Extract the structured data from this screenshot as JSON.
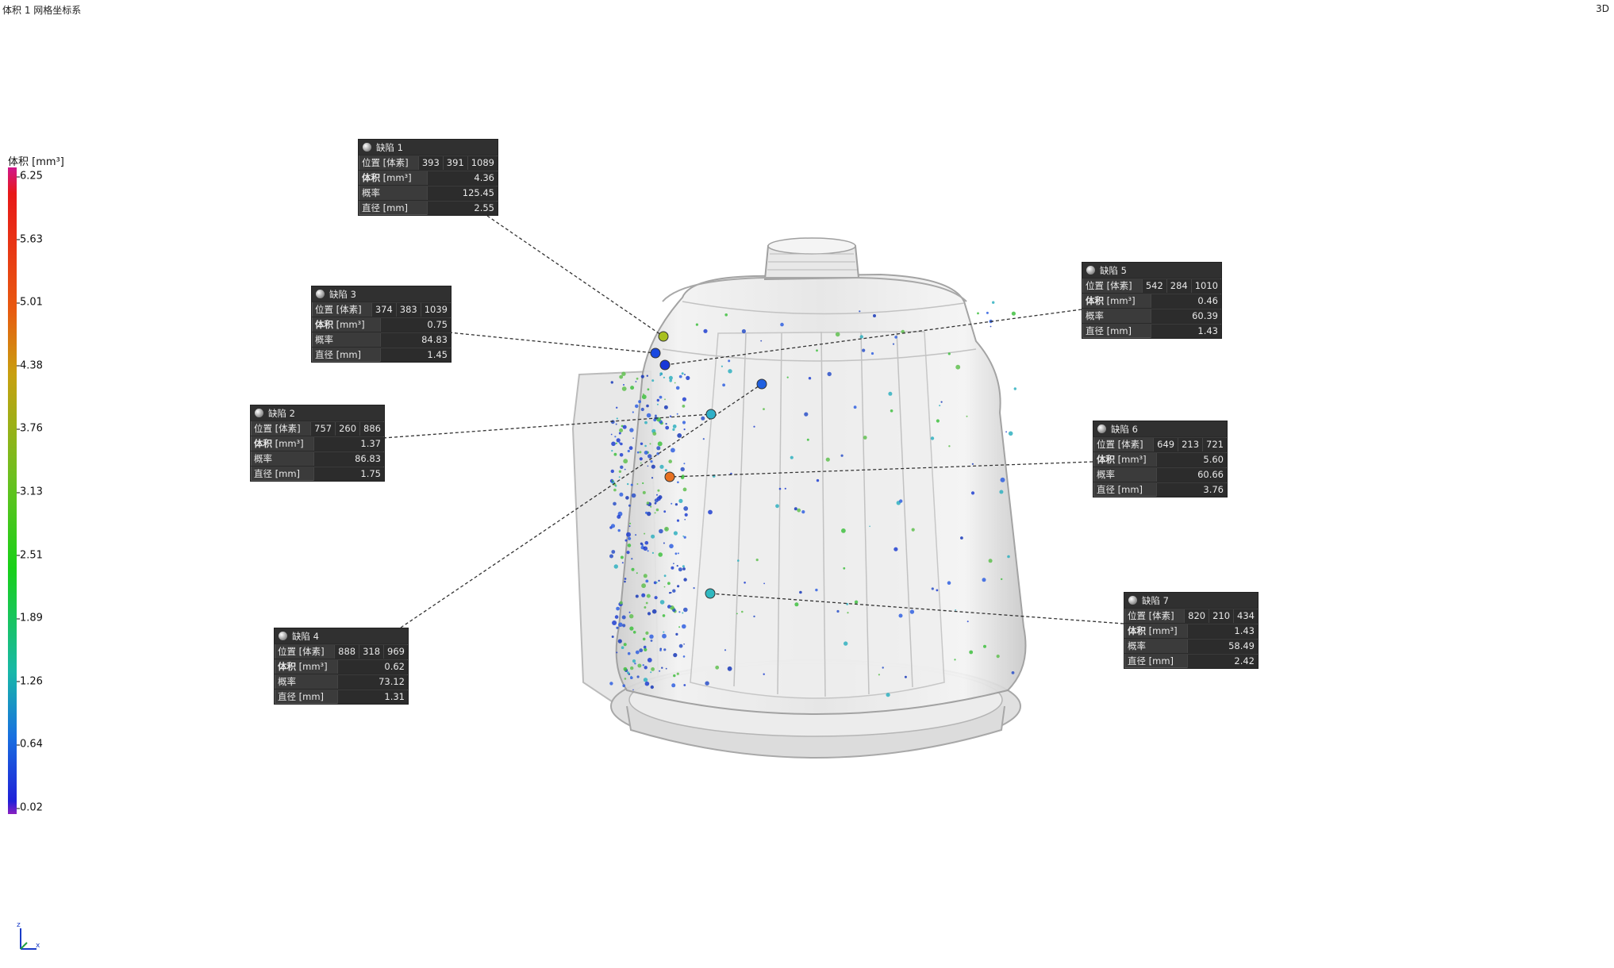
{
  "viewport": {
    "title": "体积 1 网格坐标系",
    "mode": "3D"
  },
  "legend": {
    "title": "体积 [mm³]",
    "ticks": [
      "6.25",
      "5.63",
      "5.01",
      "4.38",
      "3.76",
      "3.13",
      "2.51",
      "1.89",
      "1.26",
      "0.64",
      "0.02"
    ]
  },
  "labels": {
    "position": "位置",
    "voxel": "[体素]",
    "volume": "体积",
    "volume_unit": "[mm³]",
    "probability": "概率",
    "diameter": "直径 [mm]"
  },
  "defects": [
    {
      "name": "缺陷 1",
      "pos": [
        "393",
        "391",
        "1089"
      ],
      "volume": "4.36",
      "probability": "125.45",
      "diameter": "2.55",
      "marker_color": "#a8c020"
    },
    {
      "name": "缺陷 2",
      "pos": [
        "757",
        "260",
        "886"
      ],
      "volume": "1.37",
      "probability": "86.83",
      "diameter": "1.75",
      "marker_color": "#30b0c8"
    },
    {
      "name": "缺陷 3",
      "pos": [
        "374",
        "383",
        "1039"
      ],
      "volume": "0.75",
      "probability": "84.83",
      "diameter": "1.45",
      "marker_color": "#1848e0"
    },
    {
      "name": "缺陷 4",
      "pos": [
        "888",
        "318",
        "969"
      ],
      "volume": "0.62",
      "probability": "73.12",
      "diameter": "1.31",
      "marker_color": "#2060e0"
    },
    {
      "name": "缺陷 5",
      "pos": [
        "542",
        "284",
        "1010"
      ],
      "volume": "0.46",
      "probability": "60.39",
      "diameter": "1.43",
      "marker_color": "#1838d8"
    },
    {
      "name": "缺陷 6",
      "pos": [
        "649",
        "213",
        "721"
      ],
      "volume": "5.60",
      "probability": "60.66",
      "diameter": "3.76",
      "marker_color": "#e87020"
    },
    {
      "name": "缺陷 7",
      "pos": [
        "820",
        "210",
        "434"
      ],
      "volume": "1.43",
      "probability": "58.49",
      "diameter": "2.42",
      "marker_color": "#30b8c0"
    }
  ],
  "axes": {
    "z": "z",
    "x": "x"
  }
}
